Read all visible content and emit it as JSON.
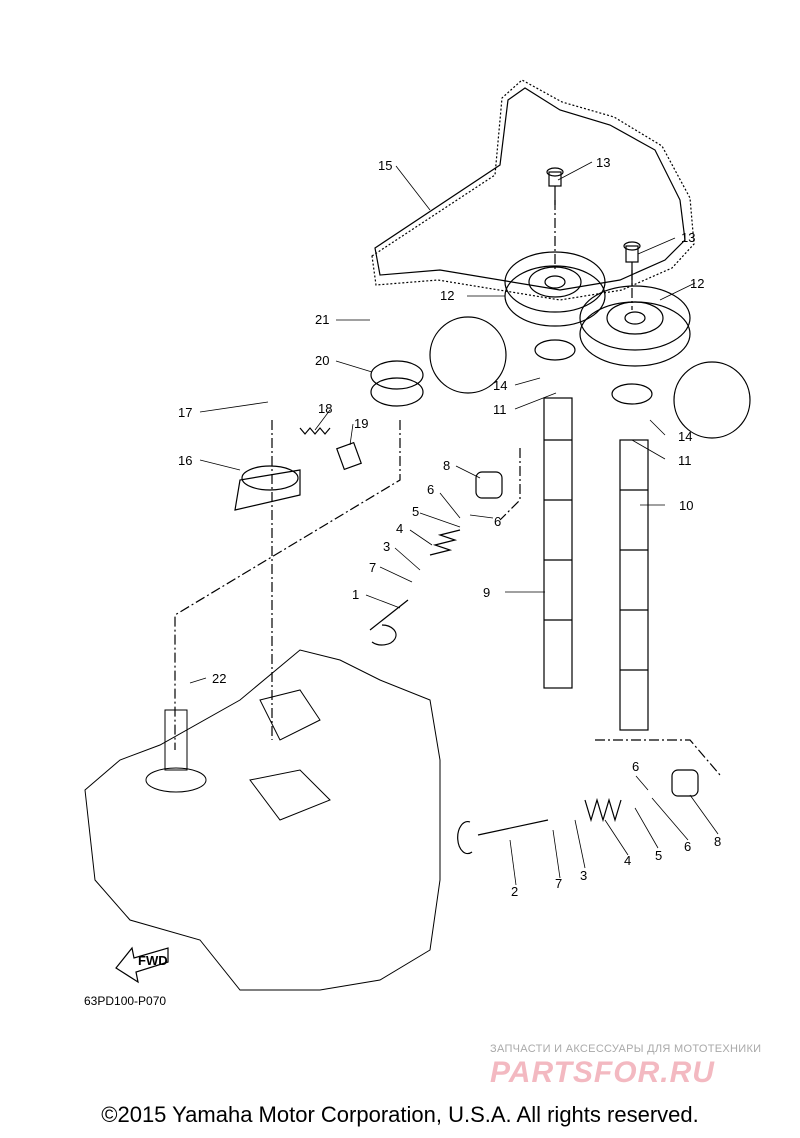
{
  "diagram_code": "63PD100-P070",
  "copyright": "©2015 Yamaha Motor Corporation, U.S.A. All rights reserved.",
  "watermark": {
    "tagline": "ЗАПЧАСТИ И АКСЕССУАРЫ ДЛЯ МОТОТЕХНИКИ",
    "logo": "PARTSFOR.RU"
  },
  "fwd_label": "FWD",
  "callouts": [
    {
      "num": "1"
    },
    {
      "num": "2"
    },
    {
      "num": "3"
    },
    {
      "num": "3"
    },
    {
      "num": "4"
    },
    {
      "num": "4"
    },
    {
      "num": "5"
    },
    {
      "num": "5"
    },
    {
      "num": "6"
    },
    {
      "num": "6"
    },
    {
      "num": "6"
    },
    {
      "num": "6"
    },
    {
      "num": "7"
    },
    {
      "num": "7"
    },
    {
      "num": "8"
    },
    {
      "num": "8"
    },
    {
      "num": "9"
    },
    {
      "num": "10"
    },
    {
      "num": "11"
    },
    {
      "num": "11"
    },
    {
      "num": "12"
    },
    {
      "num": "12"
    },
    {
      "num": "13"
    },
    {
      "num": "13"
    },
    {
      "num": "14"
    },
    {
      "num": "14"
    },
    {
      "num": "15"
    },
    {
      "num": "16"
    },
    {
      "num": "17"
    },
    {
      "num": "18"
    },
    {
      "num": "19"
    },
    {
      "num": "20"
    },
    {
      "num": "21"
    },
    {
      "num": "22"
    }
  ],
  "colors": {
    "line": "#000000",
    "watermark_logo": "#f3b9c1",
    "watermark_text": "#a9a9a9"
  }
}
